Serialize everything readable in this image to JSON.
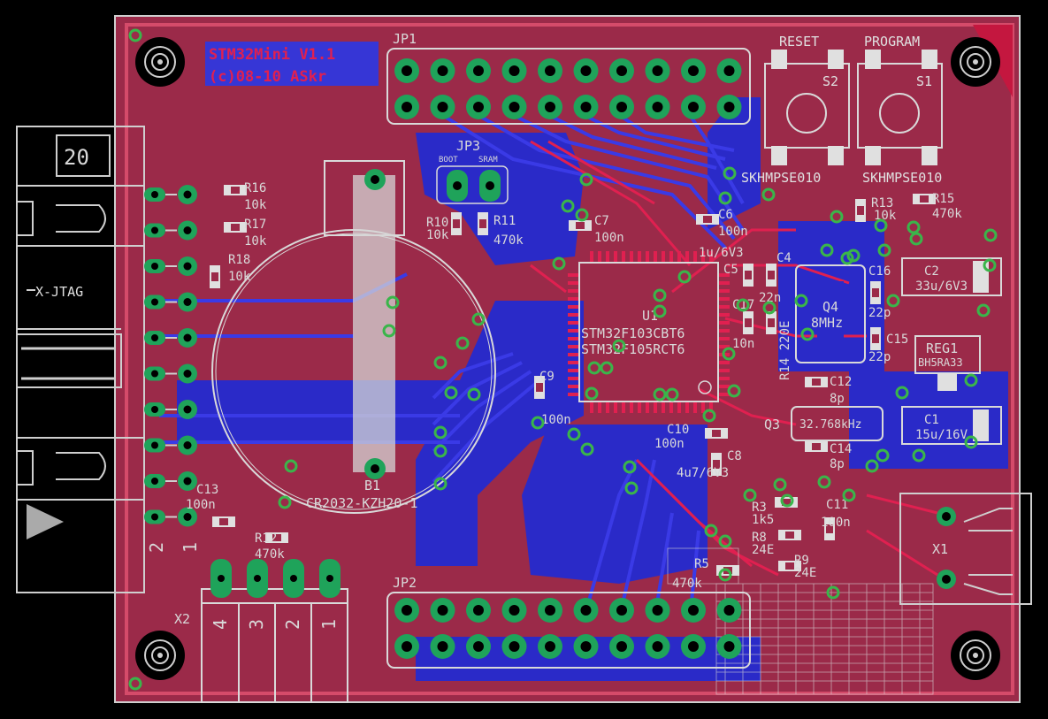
{
  "title_lines": [
    "STM32Mini V1.1",
    "(c)08-10 ASkr"
  ],
  "jtag": {
    "pin_number_text": "20",
    "label": "X-JTAG",
    "pin_two": "2",
    "pin_one": "1"
  },
  "headers": {
    "jp1": "JP1",
    "jp2": "JP2",
    "jp3": "JP3",
    "jp3_boot": "BOOT",
    "jp3_sram": "SRAM"
  },
  "buttons": {
    "reset": {
      "label": "RESET",
      "ref": "S2",
      "part": "SKHMPSE010"
    },
    "program": {
      "label": "PROGRAM",
      "ref": "S1",
      "part": "SKHMPSE010"
    }
  },
  "mcu": {
    "ref": "U1",
    "part_a": "STM32F103CBT6",
    "part_b": "STM32F105RCT6"
  },
  "battery": {
    "ref": "B1",
    "part": "CR2032-KZH20-1"
  },
  "crystals": {
    "q4_ref": "Q4",
    "q4_val": "8MHz",
    "q3_ref": "Q3",
    "q3_val": "32.768kHz"
  },
  "regulator": {
    "ref": "REG1",
    "part": "BH5RA33"
  },
  "usb": {
    "ref": "X1"
  },
  "connector_x2": {
    "ref": "X2",
    "pins": [
      "4",
      "3",
      "2",
      "1"
    ]
  },
  "components": [
    {
      "ref": "R16",
      "val": "10k"
    },
    {
      "ref": "R17",
      "val": "10k"
    },
    {
      "ref": "R18",
      "val": "10k"
    },
    {
      "ref": "R10",
      "val": "10k"
    },
    {
      "ref": "R11",
      "val": "470k"
    },
    {
      "ref": "C7",
      "val": "100n"
    },
    {
      "ref": "C6",
      "val": "100n"
    },
    {
      "ref": "C5",
      "val": "1u/6V3"
    },
    {
      "ref": "C4",
      "val": "22n"
    },
    {
      "ref": "C17",
      "val": "10n"
    },
    {
      "ref": "R14",
      "val": "220E"
    },
    {
      "ref": "C16",
      "val": "22p"
    },
    {
      "ref": "C15",
      "val": "22p"
    },
    {
      "ref": "C2",
      "val": "33u/6V3"
    },
    {
      "ref": "R13",
      "val": "10k"
    },
    {
      "ref": "R15",
      "val": "470k"
    },
    {
      "ref": "C12",
      "val": "8p"
    },
    {
      "ref": "C14",
      "val": "8p"
    },
    {
      "ref": "C1",
      "val": "15u/16V"
    },
    {
      "ref": "C9",
      "val": "100n"
    },
    {
      "ref": "C10",
      "val": "100n"
    },
    {
      "ref": "C8",
      "val": "4u7/6V3"
    },
    {
      "ref": "C11",
      "val": "100n"
    },
    {
      "ref": "R3",
      "val": "1k5"
    },
    {
      "ref": "R8",
      "val": "24E"
    },
    {
      "ref": "R9",
      "val": "24E"
    },
    {
      "ref": "R5",
      "val": "470k"
    },
    {
      "ref": "C13",
      "val": "100n"
    },
    {
      "ref": "R12",
      "val": "470k"
    }
  ],
  "colors": {
    "board": "#9b2a49",
    "top_copper": "#c4173f",
    "bottom_copper": "#2a2ac8",
    "silk": "#d9d9d9",
    "pad": "#1fa35a",
    "via": "#3ab54a",
    "title_bg": "#3636d6"
  }
}
